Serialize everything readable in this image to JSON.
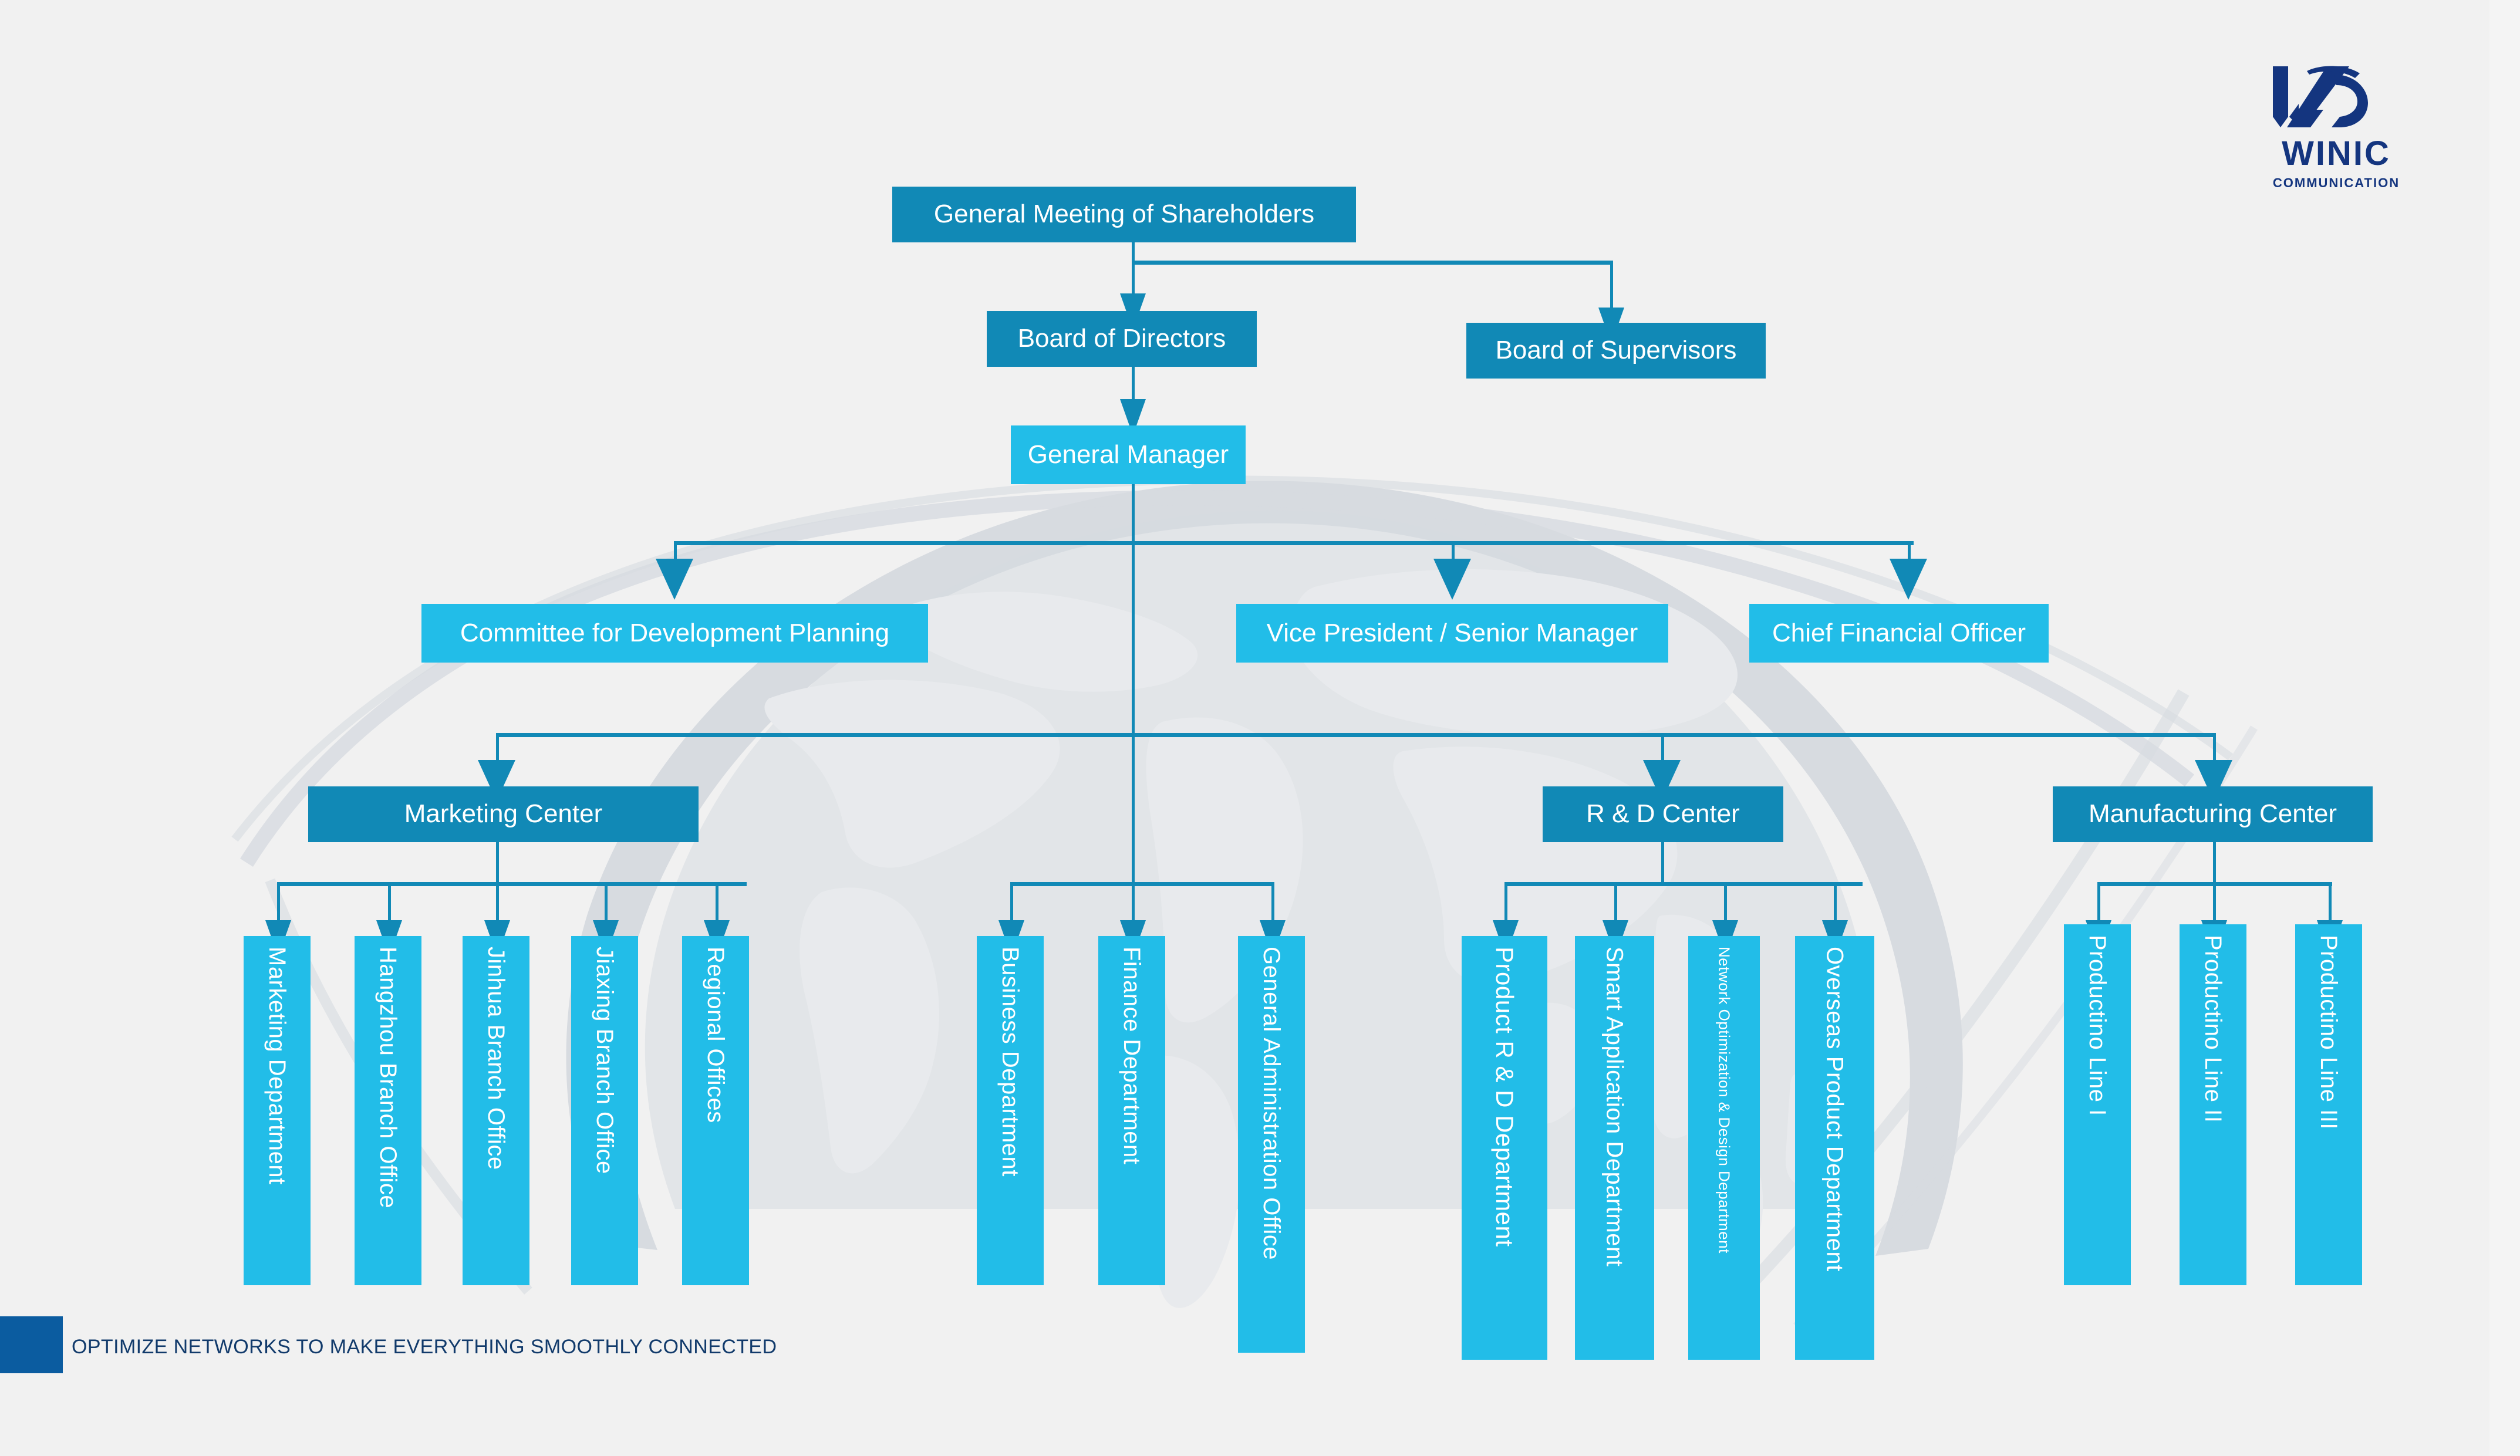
{
  "brand": {
    "name": "WINIC",
    "subtitle": "COMMUNICATION",
    "logo_icon": "winic-w-d-monogram",
    "color": "#14357f"
  },
  "footer": {
    "tagline": "OPTIMIZE NETWORKS TO MAKE EVERYTHING SMOOTHLY CONNECTED",
    "accent_color": "#0b5ca0",
    "text_color": "#113a6b"
  },
  "theme": {
    "background": "#f1f1f1",
    "node_dark": "#1189b6",
    "node_bright": "#22bde8",
    "connector": "#1189b6",
    "node_text": "#ffffff",
    "watermark": "#d4d8de"
  },
  "background_art": {
    "name": "world-map-globe-watermark",
    "description": "Faint grey world map with orbital arc lines"
  },
  "chart_data": {
    "type": "org-chart",
    "title": "Organization Structure",
    "levels": 5,
    "nodes": [
      {
        "id": "gms",
        "label": "General Meeting of Shareholders",
        "level": 1,
        "style": "dark",
        "orientation": "horizontal"
      },
      {
        "id": "bod",
        "label": "Board of Directors",
        "level": 2,
        "style": "dark",
        "orientation": "horizontal"
      },
      {
        "id": "bos",
        "label": "Board of Supervisors",
        "level": 2,
        "style": "dark",
        "orientation": "horizontal"
      },
      {
        "id": "gm",
        "label": "General Manager",
        "level": 3,
        "style": "bright",
        "orientation": "horizontal"
      },
      {
        "id": "cdp",
        "label": "Committee for Development Planning",
        "level": 4,
        "style": "bright",
        "orientation": "horizontal"
      },
      {
        "id": "vp",
        "label": "Vice President / Senior Manager",
        "level": 4,
        "style": "bright",
        "orientation": "horizontal"
      },
      {
        "id": "cfo",
        "label": "Chief Financial Officer",
        "level": 4,
        "style": "bright",
        "orientation": "horizontal"
      },
      {
        "id": "mkt",
        "label": "Marketing Center",
        "level": 5,
        "style": "dark",
        "orientation": "horizontal"
      },
      {
        "id": "rnd",
        "label": "R & D Center",
        "level": 5,
        "style": "dark",
        "orientation": "horizontal"
      },
      {
        "id": "mfg",
        "label": "Manufacturing Center",
        "level": 5,
        "style": "dark",
        "orientation": "horizontal"
      },
      {
        "id": "d1",
        "label": "Marketing Department",
        "level": 6,
        "style": "bright",
        "orientation": "vertical",
        "parent": "mkt"
      },
      {
        "id": "d2",
        "label": "Hangzhou Branch Office",
        "level": 6,
        "style": "bright",
        "orientation": "vertical",
        "parent": "mkt"
      },
      {
        "id": "d3",
        "label": "Jinhua Branch Office",
        "level": 6,
        "style": "bright",
        "orientation": "vertical",
        "parent": "mkt"
      },
      {
        "id": "d4",
        "label": "Jiaxing Branch Office",
        "level": 6,
        "style": "bright",
        "orientation": "vertical",
        "parent": "mkt"
      },
      {
        "id": "d5",
        "label": "Regional Offices",
        "level": 6,
        "style": "bright",
        "orientation": "vertical",
        "parent": "mkt"
      },
      {
        "id": "d6",
        "label": "Business Department",
        "level": 6,
        "style": "bright",
        "orientation": "vertical",
        "parent": "gm"
      },
      {
        "id": "d7",
        "label": "Finance Department",
        "level": 6,
        "style": "bright",
        "orientation": "vertical",
        "parent": "gm"
      },
      {
        "id": "d8",
        "label": "General Administration Office",
        "level": 6,
        "style": "bright",
        "orientation": "vertical",
        "parent": "gm"
      },
      {
        "id": "d9",
        "label": "Product R & D Department",
        "level": 6,
        "style": "bright",
        "orientation": "vertical",
        "parent": "rnd"
      },
      {
        "id": "d10",
        "label": "Smart Application Department",
        "level": 6,
        "style": "bright",
        "orientation": "vertical",
        "parent": "rnd"
      },
      {
        "id": "d11",
        "label": "Network Optimization & Design Department",
        "level": 6,
        "style": "bright",
        "orientation": "vertical",
        "parent": "rnd"
      },
      {
        "id": "d12",
        "label": "Overseas Product Department",
        "level": 6,
        "style": "bright",
        "orientation": "vertical",
        "parent": "rnd"
      },
      {
        "id": "d13",
        "label": "Productino Line I",
        "level": 6,
        "style": "bright",
        "orientation": "vertical",
        "parent": "mfg"
      },
      {
        "id": "d14",
        "label": "Productino Line II",
        "level": 6,
        "style": "bright",
        "orientation": "vertical",
        "parent": "mfg"
      },
      {
        "id": "d15",
        "label": "Productino Line III",
        "level": 6,
        "style": "bright",
        "orientation": "vertical",
        "parent": "mfg"
      }
    ],
    "edges": [
      {
        "from": "gms",
        "to": "bod"
      },
      {
        "from": "gms",
        "to": "bos"
      },
      {
        "from": "bod",
        "to": "gm"
      },
      {
        "from": "gm",
        "to": "cdp"
      },
      {
        "from": "gm",
        "to": "vp"
      },
      {
        "from": "gm",
        "to": "cfo"
      },
      {
        "from": "gm",
        "to": "mkt"
      },
      {
        "from": "gm",
        "to": "rnd"
      },
      {
        "from": "gm",
        "to": "mfg"
      },
      {
        "from": "mkt",
        "to": "d1"
      },
      {
        "from": "mkt",
        "to": "d2"
      },
      {
        "from": "mkt",
        "to": "d3"
      },
      {
        "from": "mkt",
        "to": "d4"
      },
      {
        "from": "mkt",
        "to": "d5"
      },
      {
        "from": "gm",
        "to": "d6"
      },
      {
        "from": "gm",
        "to": "d7"
      },
      {
        "from": "gm",
        "to": "d8"
      },
      {
        "from": "rnd",
        "to": "d9"
      },
      {
        "from": "rnd",
        "to": "d10"
      },
      {
        "from": "rnd",
        "to": "d11"
      },
      {
        "from": "rnd",
        "to": "d12"
      },
      {
        "from": "mfg",
        "to": "d13"
      },
      {
        "from": "mfg",
        "to": "d14"
      },
      {
        "from": "mfg",
        "to": "d15"
      }
    ]
  }
}
